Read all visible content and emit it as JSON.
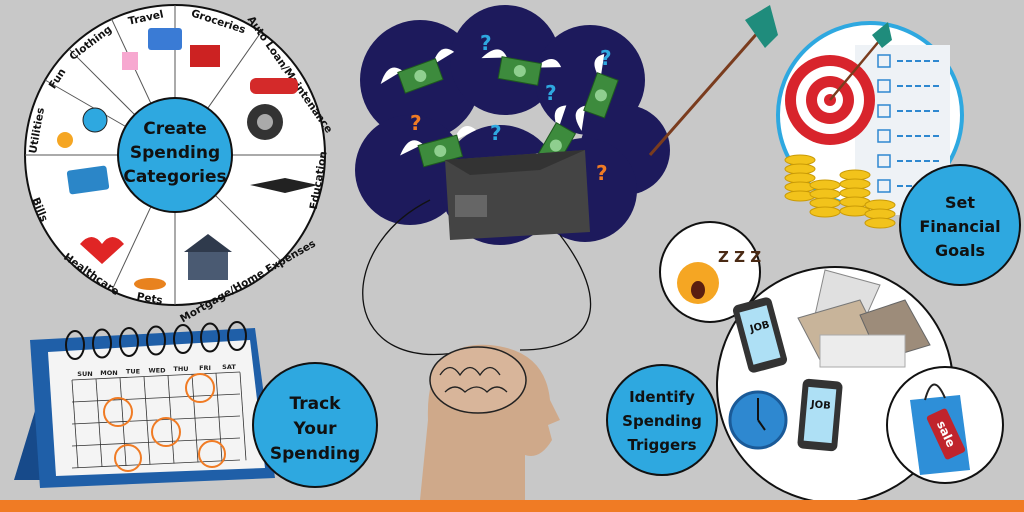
{
  "colors": {
    "background": "#c8c8c8",
    "accent_blue": "#2ea8e0",
    "bottom_bar": "#f07b24",
    "cloud": "#1d1a5c",
    "calendar_blue": "#1f5fa8"
  },
  "categories_wheel": {
    "title": [
      "Create",
      "Spending",
      "Categories"
    ],
    "categories": [
      "Groceries",
      "Auto Loan/Maintenance",
      "Education",
      "Mortgage/Home Expenses",
      "Pets",
      "Healthcare",
      "Bills",
      "Utilities",
      "Fun",
      "Clothing",
      "Travel"
    ]
  },
  "track": {
    "title": [
      "Track",
      "Your",
      "Spending"
    ],
    "weekdays": [
      "SUN",
      "MON",
      "TUE",
      "WED",
      "THU",
      "FRI",
      "SAT"
    ]
  },
  "goals": {
    "title": [
      "Set",
      "Financial",
      "Goals"
    ]
  },
  "triggers": {
    "title": [
      "Identify",
      "Spending",
      "Triggers"
    ],
    "phone_label": "JOB",
    "tag_label": "sale",
    "sleep_label": "Z Z Z"
  },
  "icons": [
    "money-with-wings-icon",
    "question-mark-icon",
    "wallet-icon",
    "brain-head-icon",
    "arrow-icon",
    "target-icon",
    "checklist-icon",
    "coin-stack-icon",
    "calendar-icon",
    "sleeping-face-icon",
    "phone-icon",
    "envelope-icon",
    "clock-icon",
    "shopping-bag-icon"
  ]
}
